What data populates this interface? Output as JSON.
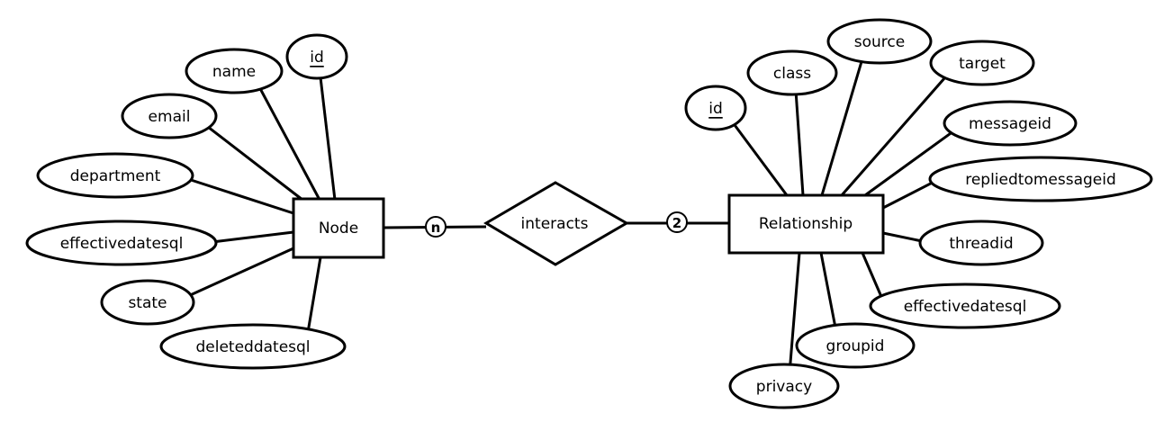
{
  "entities": {
    "node": {
      "label": "Node"
    },
    "relationship": {
      "label": "Relationship"
    }
  },
  "relation": {
    "label": "interacts"
  },
  "cardinality": {
    "node_side": "n",
    "relationship_side": "2"
  },
  "node_attributes": [
    {
      "key": "id",
      "label": "id",
      "primary_key": true
    },
    {
      "key": "name",
      "label": "name",
      "primary_key": false
    },
    {
      "key": "email",
      "label": "email",
      "primary_key": false
    },
    {
      "key": "department",
      "label": "department",
      "primary_key": false
    },
    {
      "key": "effectivedatesql",
      "label": "effectivedatesql",
      "primary_key": false
    },
    {
      "key": "state",
      "label": "state",
      "primary_key": false
    },
    {
      "key": "deleteddatesql",
      "label": "deleteddatesql",
      "primary_key": false
    }
  ],
  "relationship_attributes": [
    {
      "key": "id",
      "label": "id",
      "primary_key": true
    },
    {
      "key": "class",
      "label": "class",
      "primary_key": false
    },
    {
      "key": "source",
      "label": "source",
      "primary_key": false
    },
    {
      "key": "target",
      "label": "target",
      "primary_key": false
    },
    {
      "key": "messageid",
      "label": "messageid",
      "primary_key": false
    },
    {
      "key": "repliedtomessageid",
      "label": "repliedtomessageid",
      "primary_key": false
    },
    {
      "key": "threadid",
      "label": "threadid",
      "primary_key": false
    },
    {
      "key": "effectivedatesql",
      "label": "effectivedatesql",
      "primary_key": false
    },
    {
      "key": "groupid",
      "label": "groupid",
      "primary_key": false
    },
    {
      "key": "privacy",
      "label": "privacy",
      "primary_key": false
    }
  ],
  "colors": {
    "stroke": "#000000",
    "fill": "#ffffff",
    "text": "#000000"
  }
}
